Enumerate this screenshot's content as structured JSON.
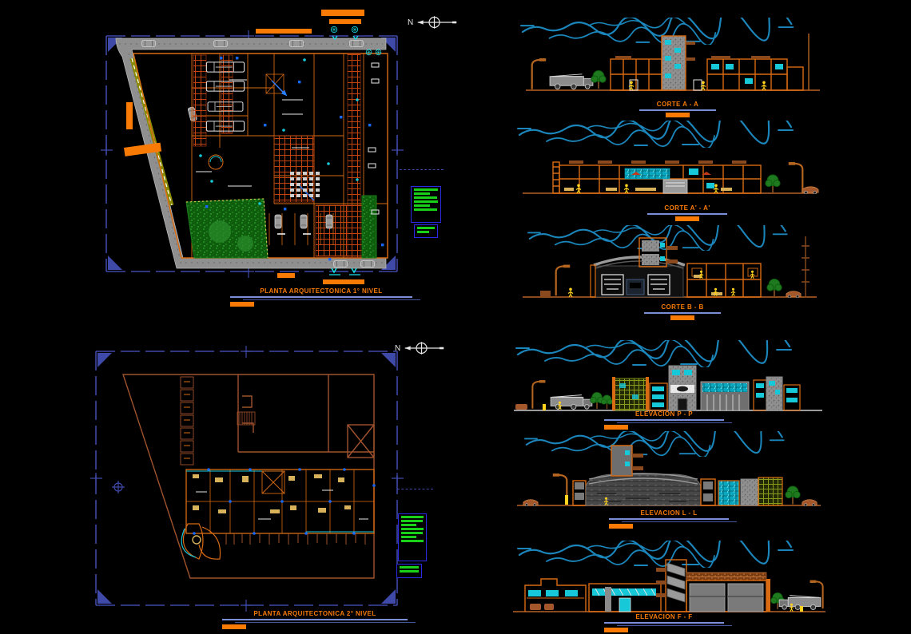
{
  "title": "Fire station CAD sheet",
  "north": {
    "label": "N"
  },
  "plans": [
    {
      "caption": "PLANTA ARQUITECTONICA 1° NIVEL"
    },
    {
      "caption": "PLANTA ARQUITECTONICA 2° NIVEL"
    }
  ],
  "sections": [
    {
      "caption": "CORTE A - A"
    },
    {
      "caption": "CORTE A' - A'"
    },
    {
      "caption": "CORTE B - B"
    },
    {
      "caption": "ELEVACION  P - P"
    },
    {
      "caption": "ELEVACION  L - L"
    },
    {
      "caption": "ELEVACION  F - F"
    }
  ],
  "colors": {
    "background": "#000000",
    "accent_orange": "#f97b06",
    "caption_underline": "#7b8fd8",
    "frame_navy": "#3f49a8",
    "outline_brown": "#a0522d",
    "cloud_blue": "#1b86bb",
    "fixture_cyan": "#17c8d8",
    "grass_green": "#0e5e0e",
    "legend_green": "#19d119",
    "road_gray": "#8f8f8f"
  }
}
